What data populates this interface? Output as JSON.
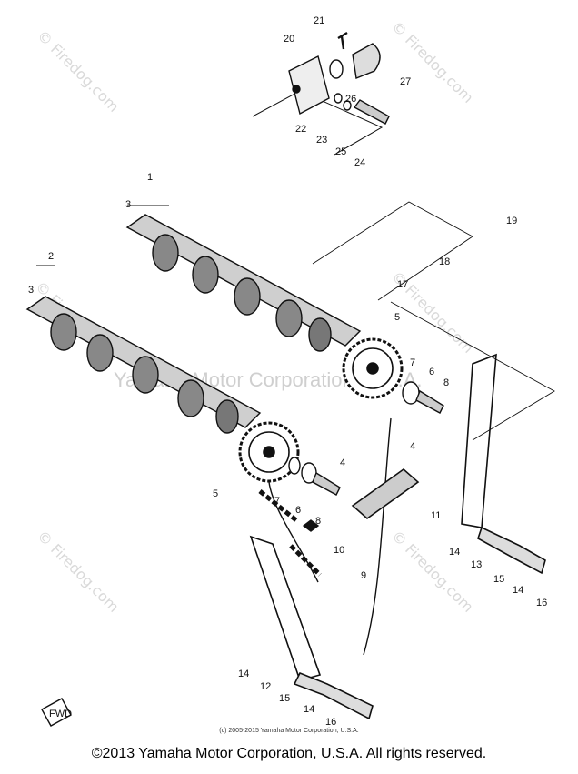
{
  "watermarks": {
    "corner_text": "© Firedog.com",
    "center_text": "Yamaha Motor Corporation, U.S.A."
  },
  "callouts": {
    "c1": "1",
    "c2": "2",
    "c3a": "3",
    "c3b": "3",
    "c4a": "4",
    "c4b": "4",
    "c5a": "5",
    "c5b": "5",
    "c6a": "6",
    "c6b": "6",
    "c7a": "7",
    "c7b": "7",
    "c8a": "8",
    "c8b": "8",
    "c9": "9",
    "c10": "10",
    "c11": "11",
    "c12": "12",
    "c13": "13",
    "c14a": "14",
    "c14b": "14",
    "c14c": "14",
    "c14d": "14",
    "c15a": "15",
    "c15b": "15",
    "c16a": "16",
    "c16b": "16",
    "c17": "17",
    "c18": "18",
    "c19": "19",
    "c20": "20",
    "c21": "21",
    "c22": "22",
    "c23": "23",
    "c24": "24",
    "c25": "25",
    "c26": "26",
    "c27": "27"
  },
  "fwd_label": "FWD",
  "inner_copyright": "(c) 2005-2015 Yamaha Motor Corporation, U.S.A.",
  "footer": "©2013 Yamaha Motor Corporation, U.S.A. All rights reserved."
}
